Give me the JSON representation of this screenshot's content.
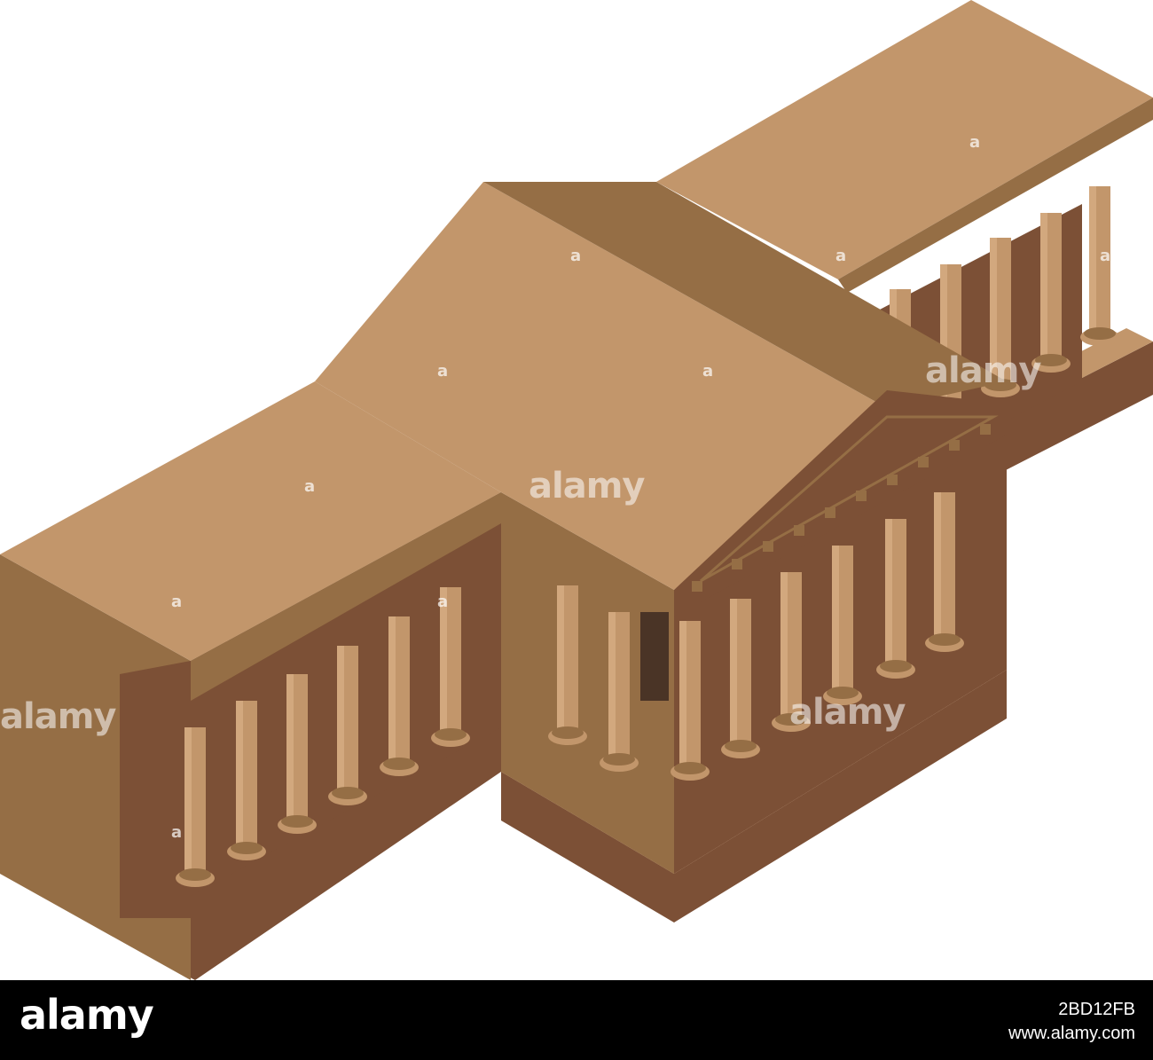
{
  "illustration": {
    "subject": "isometric-classical-building-icon",
    "colors": {
      "roof_light": "#c2966b",
      "roof_mid": "#956e45",
      "wall_dark": "#7c5036",
      "door": "#4a3426",
      "background": "#ffffff"
    }
  },
  "watermarks": {
    "brand": "alamy",
    "small_mark": "a"
  },
  "footer": {
    "logo": "alamy",
    "image_id": "2BD12FB",
    "site": "www.alamy.com"
  }
}
